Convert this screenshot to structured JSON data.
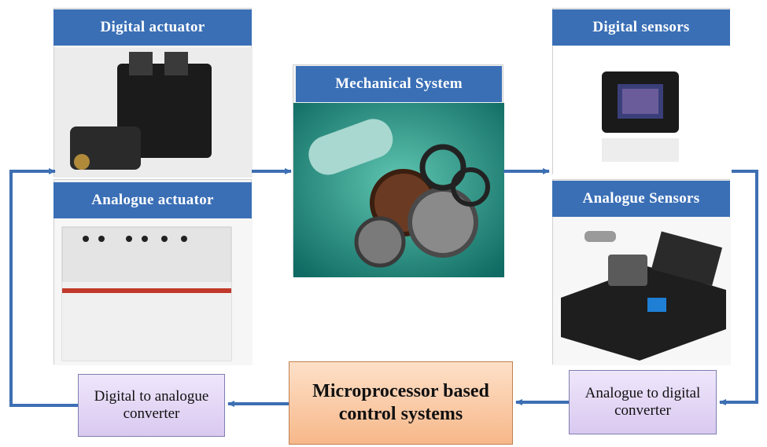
{
  "blocks": {
    "digital_actuator": "Digital actuator",
    "analogue_actuator": "Analogue actuator",
    "mechanical_system": "Mechanical System",
    "digital_sensors": "Digital sensors",
    "analogue_sensors": "Analogue Sensors"
  },
  "converters": {
    "dac": "Digital to analogue converter",
    "adc": "Analogue to digital converter"
  },
  "controller": "Microprocessor based control systems",
  "colors": {
    "title_bar": "#3a6fb6",
    "arrow": "#3d6fb3",
    "converter_fill": "#e3d6f5",
    "controller_fill": "#f9c8a2"
  }
}
